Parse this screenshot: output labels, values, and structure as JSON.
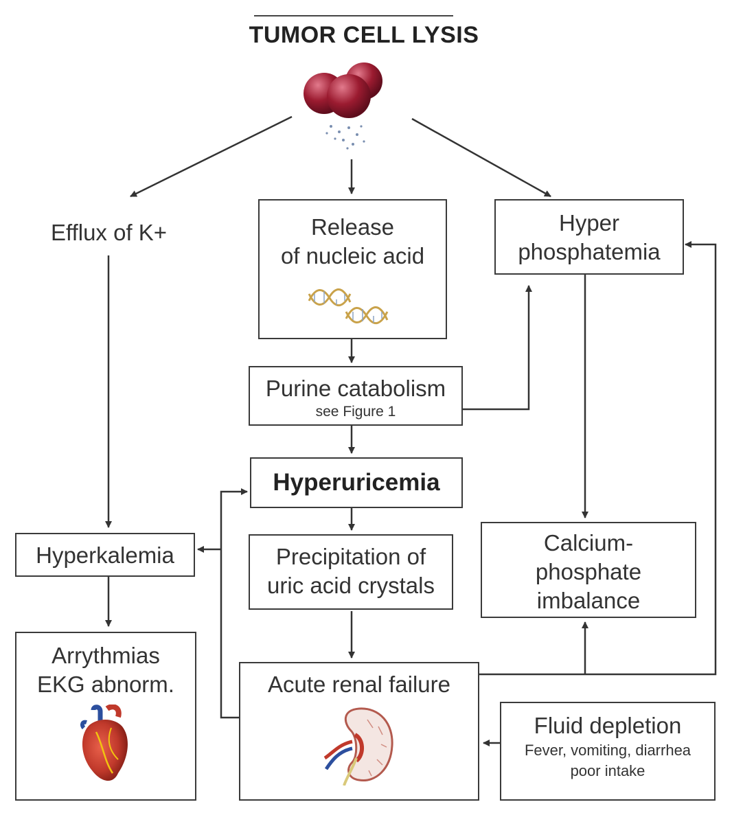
{
  "title": "TUMOR CELL LYSIS",
  "nodes": {
    "efflux_k": {
      "label": "Efflux of K+"
    },
    "release_nucleic": {
      "line1": "Release",
      "line2": "of nucleic acid"
    },
    "hyperphosphatemia": {
      "line1": "Hyper",
      "line2": "phosphatemia"
    },
    "purine": {
      "label": "Purine catabolism",
      "sublabel": "see Figure 1"
    },
    "hyperuricemia": {
      "label": "Hyperuricemia"
    },
    "hyperkalemia": {
      "label": "Hyperkalemia"
    },
    "precipitation": {
      "line1": "Precipitation of",
      "line2": "uric acid crystals"
    },
    "calcium": {
      "line1": "Calcium-",
      "line2": "phosphate",
      "line3": "imbalance"
    },
    "arrhythmias": {
      "line1": "Arrythmias",
      "line2": "EKG abnorm."
    },
    "renal": {
      "label": "Acute renal failure"
    },
    "fluid": {
      "label": "Fluid depletion",
      "sub1": "Fever, vomiting, diarrhea",
      "sub2": "poor intake"
    }
  },
  "icons": [
    "tumor-cells-icon",
    "dna-icon",
    "heart-icon",
    "kidney-icon"
  ],
  "colors": {
    "line": "#333333",
    "cell": "#9b1b30",
    "heart": "#c0392b"
  }
}
